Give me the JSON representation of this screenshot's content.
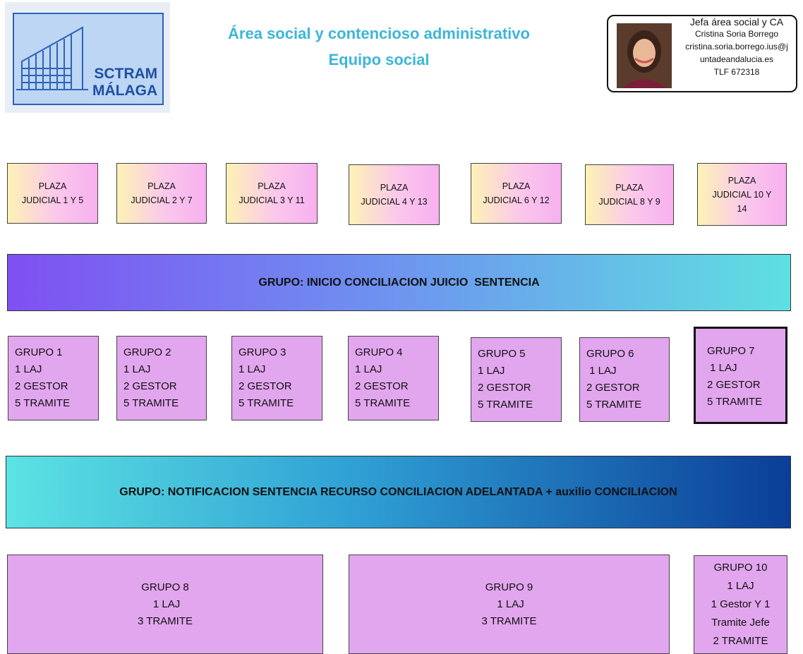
{
  "header": {
    "logo_text": [
      "SCTRAM",
      "MÁLAGA"
    ],
    "title_line1": "Área social y contencioso administrativo",
    "title_line2": "Equipo social"
  },
  "contact": {
    "role": "Jefa área social y CA",
    "name": "Cristina Soria Borrego",
    "email_line1": "cristina.soria.borrego.ius@j",
    "email_line2": "untadeandalucia.es",
    "phone": "TLF 672318"
  },
  "plazas": [
    {
      "lines": [
        "PLAZA",
        "JUDICIAL 1 Y 5"
      ]
    },
    {
      "lines": [
        "PLAZA",
        "JUDICIAL 2 Y 7"
      ]
    },
    {
      "lines": [
        "PLAZA",
        "JUDICIAL 3 Y 11"
      ]
    },
    {
      "lines": [
        "PLAZA",
        "JUDICIAL 4 Y 13"
      ]
    },
    {
      "lines": [
        "PLAZA",
        "JUDICIAL 6 Y 12"
      ]
    },
    {
      "lines": [
        "PLAZA",
        "JUDICIAL 8 Y 9"
      ]
    },
    {
      "lines": [
        "PLAZA",
        "JUDICIAL 10 Y",
        "14"
      ]
    }
  ],
  "bar1": {
    "label": "GRUPO: INICIO CONCILIACION JUICIO  SENTENCIA"
  },
  "groups_row1": [
    {
      "lines": [
        "GRUPO 1",
        "1 LAJ",
        "2 GESTOR",
        "5 TRAMITE"
      ]
    },
    {
      "lines": [
        "GRUPO 2",
        "1 LAJ",
        "2 GESTOR",
        "5 TRAMITE"
      ]
    },
    {
      "lines": [
        "GRUPO 3",
        "1 LAJ",
        "2 GESTOR",
        "5 TRAMITE"
      ]
    },
    {
      "lines": [
        "GRUPO 4",
        "1 LAJ",
        "2 GESTOR",
        "5 TRAMITE"
      ]
    },
    {
      "lines": [
        "GRUPO 5",
        "1 LAJ",
        "2 GESTOR",
        "5 TRAMITE"
      ]
    },
    {
      "lines": [
        "GRUPO 6",
        " 1 LAJ",
        "2 GESTOR",
        "5 TRAMITE"
      ]
    },
    {
      "lines": [
        "GRUPO 7",
        " 1 LAJ",
        "2 GESTOR",
        "5 TRAMITE"
      ]
    }
  ],
  "bar2": {
    "label": "GRUPO: NOTIFICACION SENTENCIA RECURSO CONCILIACION ADELANTADA + auxilio CONCILIACION"
  },
  "groups_row2": [
    {
      "lines": [
        "GRUPO 8",
        " 1 LAJ",
        "3 TRAMITE"
      ]
    },
    {
      "lines": [
        "GRUPO 9",
        " 1 LAJ",
        "3 TRAMITE"
      ]
    },
    {
      "lines": [
        "GRUPO 10",
        "1 LAJ",
        "1 Gestor Y 1",
        "Tramite Jefe",
        "2 TRAMITE"
      ]
    }
  ]
}
